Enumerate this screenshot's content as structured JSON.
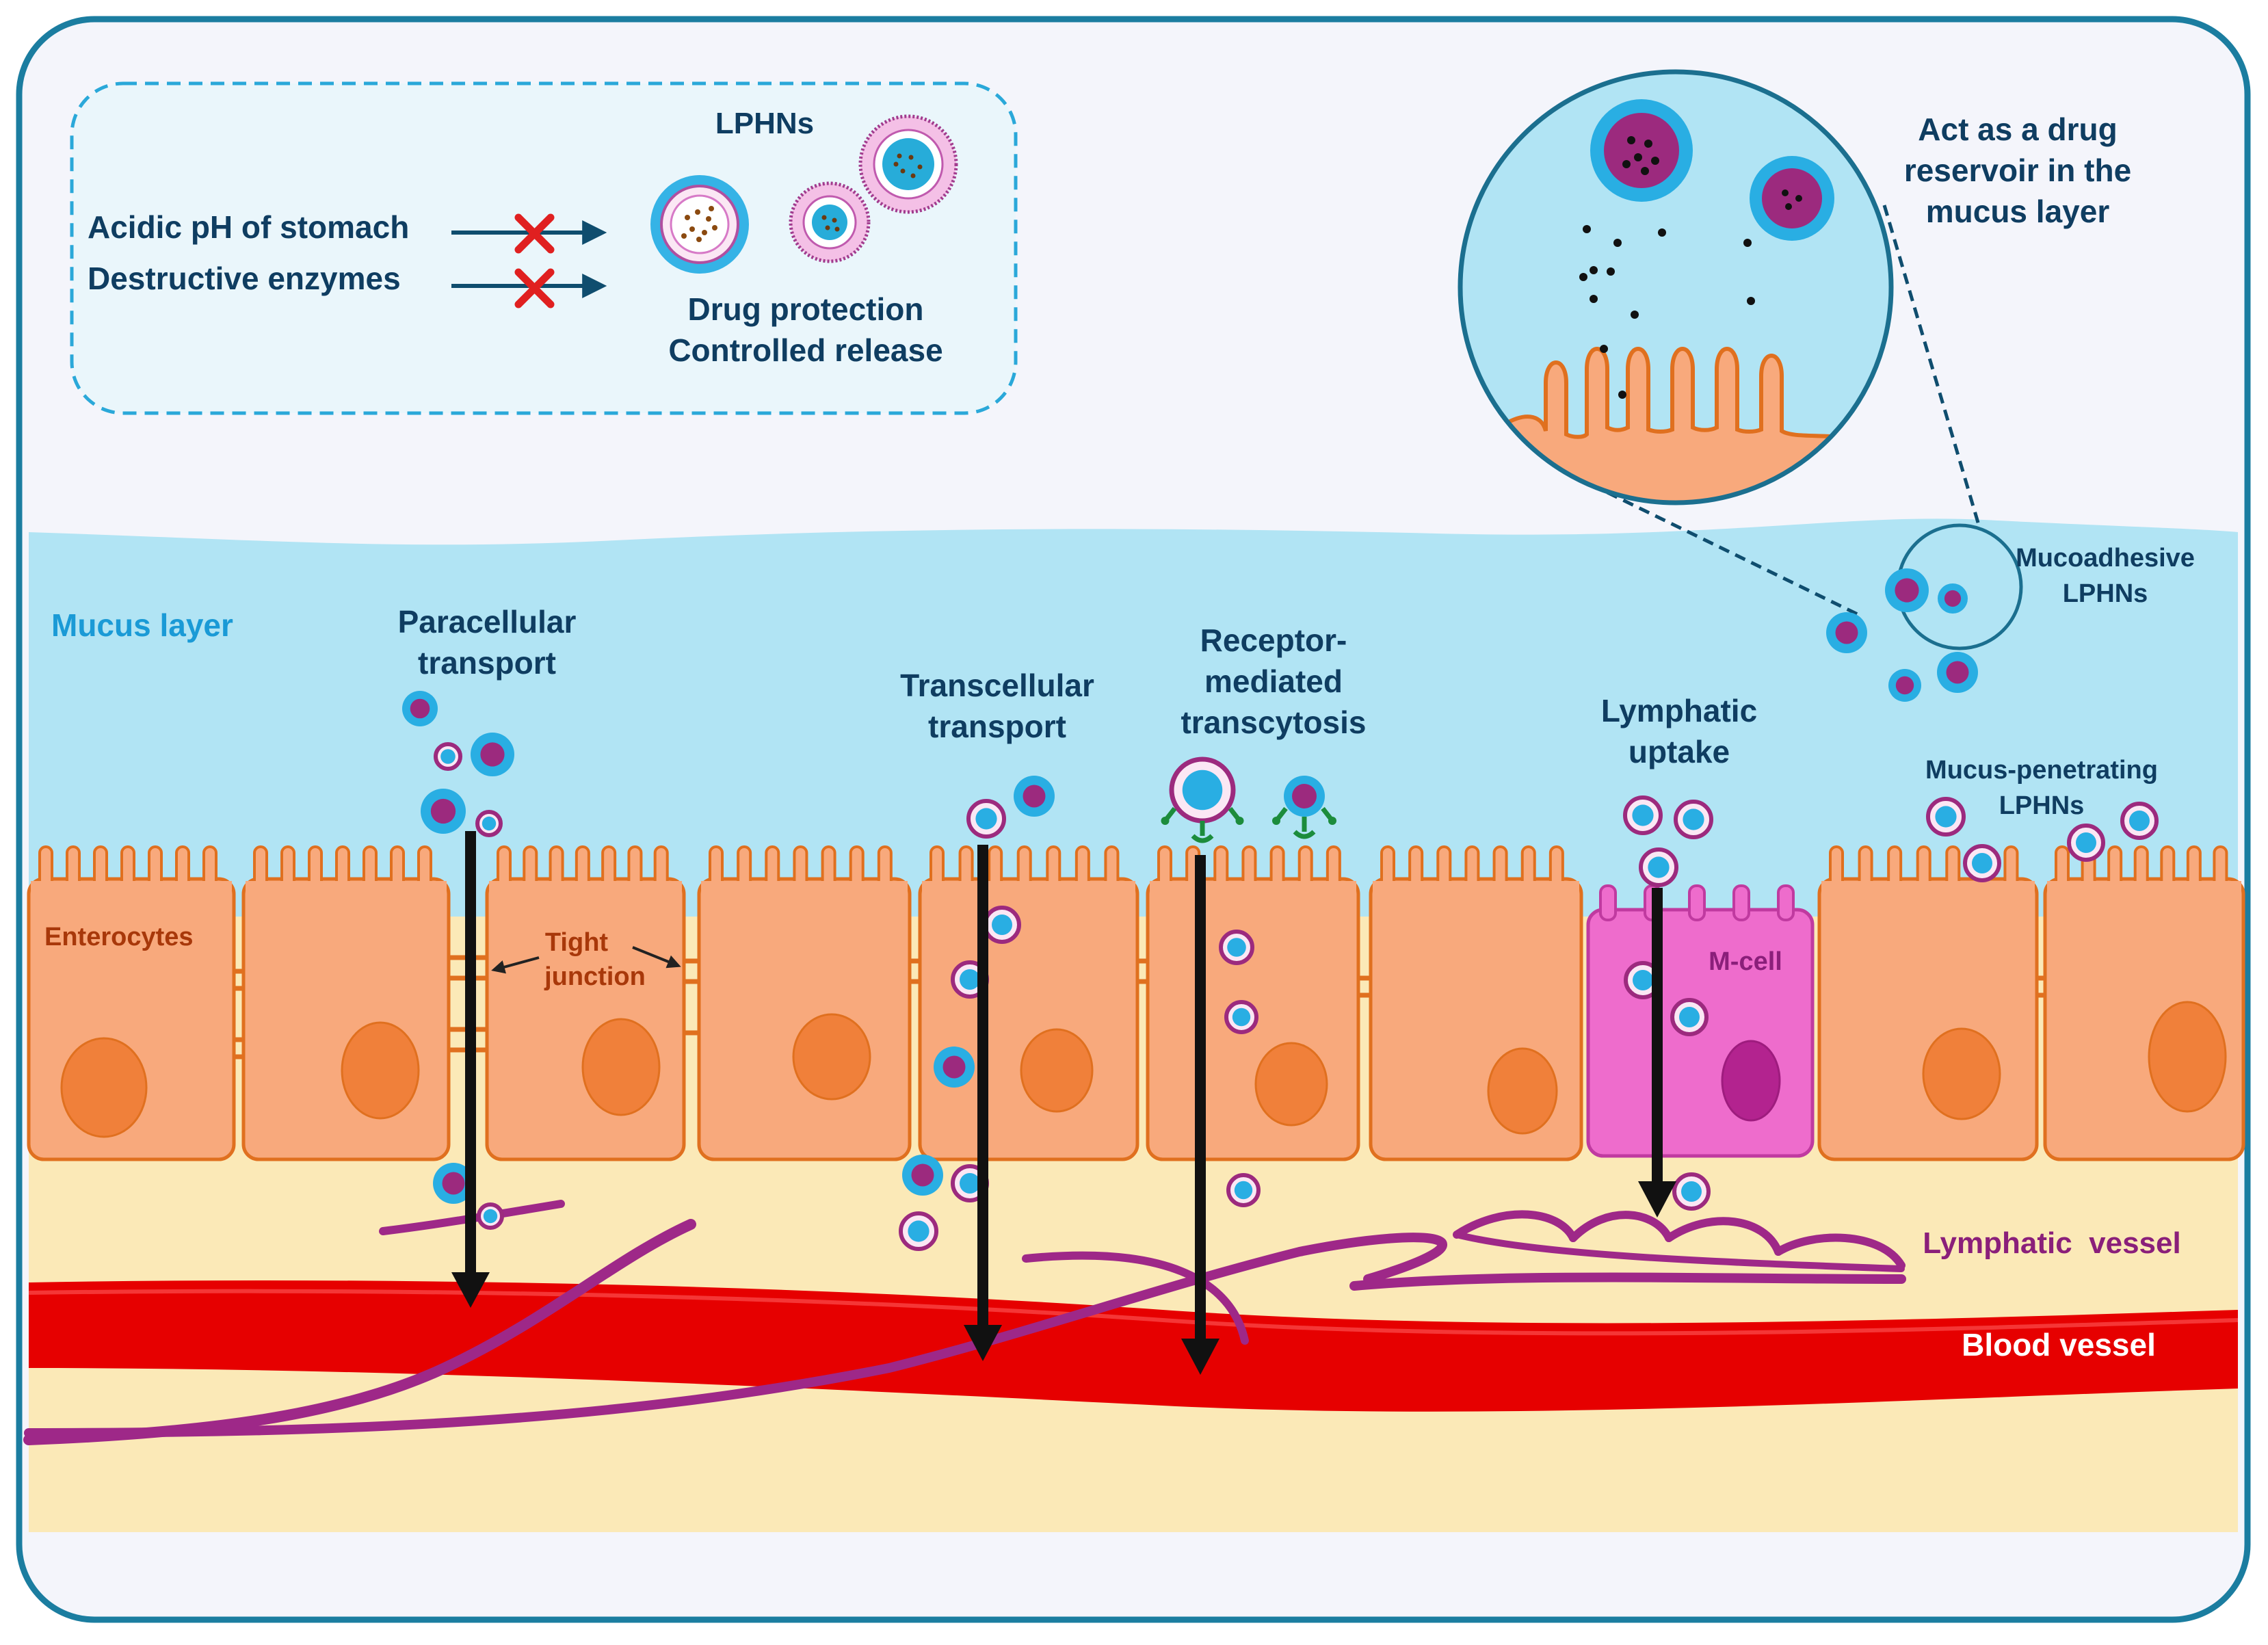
{
  "inset": {
    "title": "LPHNs",
    "threats": [
      "Acidic pH of stomach",
      "Destructive enzymes"
    ],
    "benefits": [
      "Drug protection",
      "Controlled release"
    ]
  },
  "zoom": {
    "caption": [
      "Act as a drug",
      "reservoir in the",
      "mucus layer"
    ]
  },
  "labels": {
    "mucus_layer": "Mucus layer",
    "paracellular": [
      "Paracellular",
      "transport"
    ],
    "transcellular": [
      "Transcellular",
      "transport"
    ],
    "receptor": [
      "Receptor-",
      "mediated",
      "transcytosis"
    ],
    "lymphatic_uptake": [
      "Lymphatic",
      "uptake"
    ],
    "mucoadhesive": [
      "Mucoadhesive",
      "LPHNs"
    ],
    "mucus_penetrating": [
      "Mucus-penetrating",
      "LPHNs"
    ],
    "enterocytes": "Enterocytes",
    "tight_junction": [
      "Tight",
      "junction"
    ],
    "m_cell": "M-cell",
    "lymphatic_vessel": "Lymphatic  vessel",
    "blood_vessel": "Blood vessel"
  },
  "colors": {
    "frame": "#1b7da0",
    "background": "#f4f5fb",
    "mucus": "#b1e4f4",
    "cell": "#f8a97c",
    "cell_border": "#e0701f",
    "nucleus": "#f0803a",
    "mcell": "#ee6ccc",
    "mcell_nucleus": "#b3238f",
    "submucosa": "#fbe9b7",
    "blood": "#e60000",
    "lymph": "#9e2888",
    "particle_outer": "#29aee3",
    "particle_core": "#9c2a7e",
    "cross": "#e02020"
  }
}
